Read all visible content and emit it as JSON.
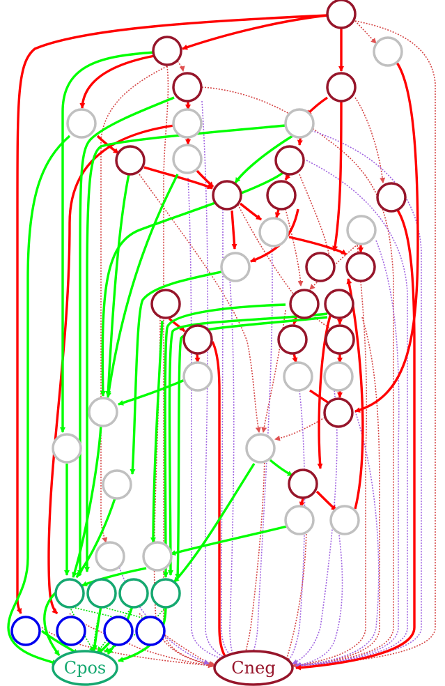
{
  "colors": {
    "neg_node": "#96152a",
    "neutral_node": "#c0c0c0",
    "pos_node": "#15a870",
    "leaf_node": "#0000ee",
    "red_edge": "#ff0000",
    "green_edge": "#00ff00",
    "dotted_red": "#d44444",
    "dotted_purple": "#a064e0"
  },
  "sinks": {
    "pos_label": "Cpos",
    "neg_label": "Cneg"
  },
  "nodes": [
    {
      "id": "n1",
      "kind": "neg"
    },
    {
      "id": "n2",
      "kind": "neutral"
    },
    {
      "id": "n3",
      "kind": "neg"
    },
    {
      "id": "n4",
      "kind": "neg"
    },
    {
      "id": "n5",
      "kind": "neg"
    },
    {
      "id": "n6",
      "kind": "neutral"
    },
    {
      "id": "n7",
      "kind": "neutral"
    },
    {
      "id": "n8",
      "kind": "neutral"
    },
    {
      "id": "n9",
      "kind": "neg"
    },
    {
      "id": "n10",
      "kind": "neutral"
    },
    {
      "id": "n11",
      "kind": "neg"
    },
    {
      "id": "n12",
      "kind": "neg"
    },
    {
      "id": "n13",
      "kind": "neg"
    },
    {
      "id": "n14",
      "kind": "neg"
    },
    {
      "id": "n15",
      "kind": "neutral"
    },
    {
      "id": "n16",
      "kind": "neutral"
    },
    {
      "id": "n17",
      "kind": "neutral"
    },
    {
      "id": "n18",
      "kind": "neg"
    },
    {
      "id": "n19",
      "kind": "neg"
    },
    {
      "id": "n20",
      "kind": "neg"
    },
    {
      "id": "n21",
      "kind": "neg"
    },
    {
      "id": "n22",
      "kind": "neg"
    },
    {
      "id": "n23",
      "kind": "neg"
    },
    {
      "id": "n24",
      "kind": "neg"
    },
    {
      "id": "n25",
      "kind": "neg"
    },
    {
      "id": "n26",
      "kind": "neutral"
    },
    {
      "id": "n27",
      "kind": "neutral"
    },
    {
      "id": "n28",
      "kind": "neutral"
    },
    {
      "id": "n29",
      "kind": "neg"
    },
    {
      "id": "n30",
      "kind": "neutral"
    },
    {
      "id": "n31",
      "kind": "neutral"
    },
    {
      "id": "n32",
      "kind": "neg"
    },
    {
      "id": "n33",
      "kind": "neutral"
    },
    {
      "id": "n34",
      "kind": "neutral"
    },
    {
      "id": "n35",
      "kind": "neutral"
    },
    {
      "id": "n36",
      "kind": "neutral"
    },
    {
      "id": "n37",
      "kind": "neutral"
    },
    {
      "id": "n38",
      "kind": "neutral"
    },
    {
      "id": "p1",
      "kind": "pos"
    },
    {
      "id": "p2",
      "kind": "pos"
    },
    {
      "id": "p3",
      "kind": "pos"
    },
    {
      "id": "p4",
      "kind": "pos"
    },
    {
      "id": "b1",
      "kind": "leaf"
    },
    {
      "id": "b2",
      "kind": "leaf"
    },
    {
      "id": "b3",
      "kind": "leaf"
    },
    {
      "id": "b4",
      "kind": "leaf"
    }
  ]
}
